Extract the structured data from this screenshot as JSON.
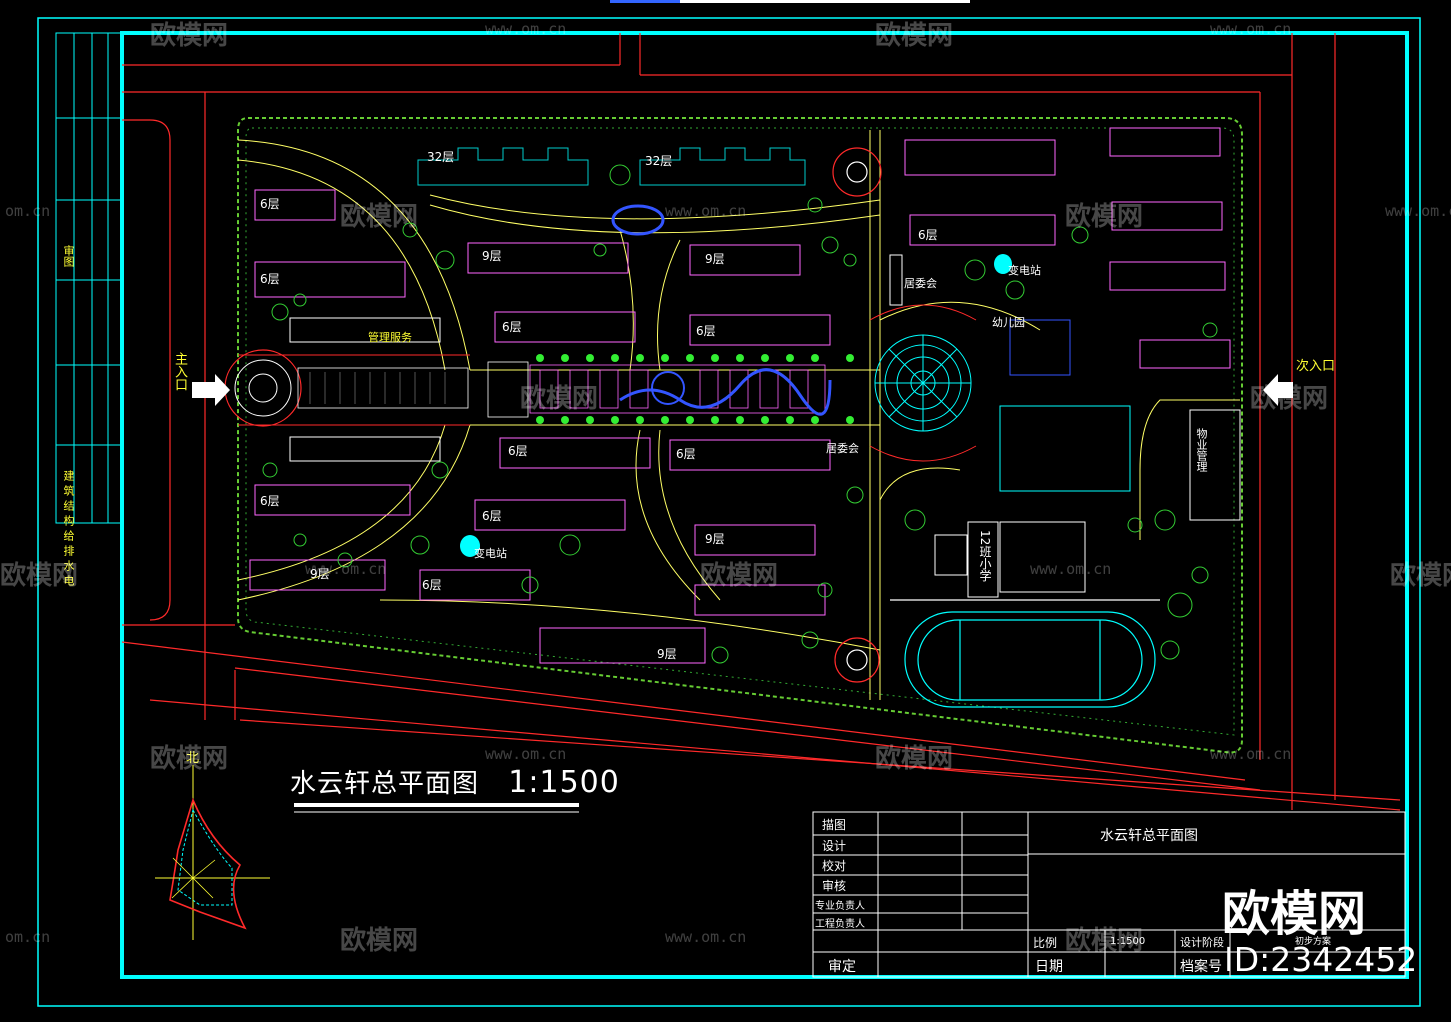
{
  "drawing": {
    "title": "水云轩总平面图",
    "scale_text": "1:1500",
    "north_label": "北",
    "main_entrance": "主入口",
    "secondary_entrance": "次入口"
  },
  "buildings": {
    "f32": "32层",
    "f9": "9层",
    "f6": "6层"
  },
  "facilities": {
    "management": "管理服务",
    "committee": "居委会",
    "substation": "变电站",
    "kindergarten": "幼儿园",
    "school": "12班小学",
    "property": "物业管理"
  },
  "title_block": {
    "rows": [
      "描图",
      "设计",
      "校对",
      "审核",
      "专业负责人",
      "工程负责人"
    ],
    "project_title": "水云轩总平面图",
    "scale_label": "比例",
    "scale_value": "1:1500",
    "stage_label": "设计阶段",
    "stage_value": "初步方案",
    "approve_label": "审定",
    "date_label": "日期",
    "file_label": "档案号"
  },
  "left_strip": {
    "label_top": "审图",
    "label_bottom": "建筑结构给排水电"
  },
  "watermark": {
    "brand": "欧模网",
    "id": "ID:2342452",
    "site_cn": "欧模网",
    "site_url": "www.om.cn",
    "site_url_short": "om.cn"
  },
  "colors": {
    "border": "#00ffff",
    "road": "#ff2a2a",
    "building": "#ff66ff",
    "tree": "#33cc33",
    "path": "#ffff66",
    "water": "#3355ff",
    "text": "#ffffff"
  }
}
